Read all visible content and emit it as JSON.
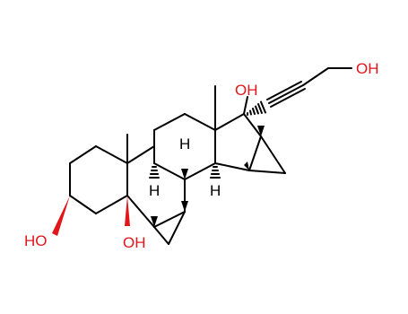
{
  "molecule": {
    "labels": {
      "oh_top_right": "OH",
      "oh_c17": "OH",
      "oh_c3": "HO",
      "oh_c5": "OH",
      "h_c8": "H",
      "h_c9": "H",
      "h_c14": "H"
    },
    "colors": {
      "bond": "#000000",
      "heteroatom": "#e0161b",
      "background": "#ffffff"
    }
  }
}
